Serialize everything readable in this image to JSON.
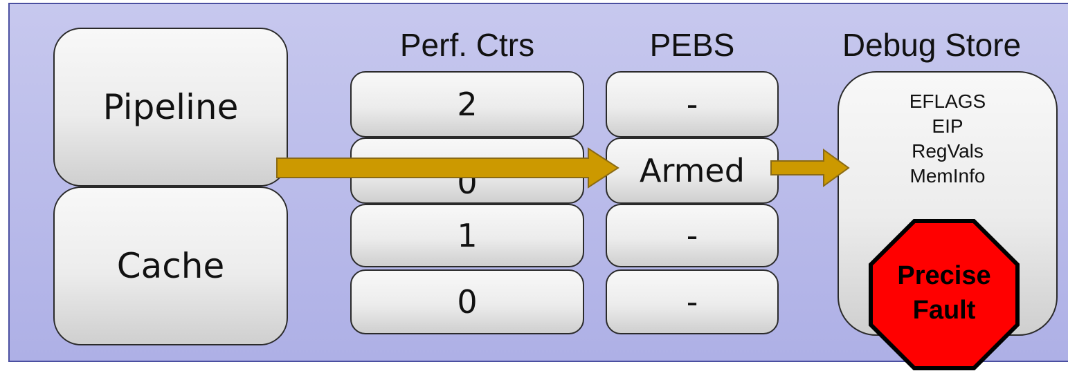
{
  "units": {
    "pipeline": "Pipeline",
    "cache": "Cache"
  },
  "columns": {
    "perf_ctrs": {
      "title": "Perf. Ctrs",
      "values": [
        "2",
        "0",
        "1",
        "0"
      ]
    },
    "pebs": {
      "title": "PEBS",
      "values": [
        "-",
        "Armed",
        "-",
        "-"
      ]
    },
    "debug_store": {
      "title": "Debug Store",
      "fields": [
        "EFLAGS",
        "EIP",
        "RegVals",
        "MemInfo"
      ]
    }
  },
  "stop_sign": {
    "line1": "Precise",
    "line2": "Fault",
    "color": "#ff0000"
  },
  "colors": {
    "background": "#b7b8ea",
    "arrow": "#cc9900"
  }
}
